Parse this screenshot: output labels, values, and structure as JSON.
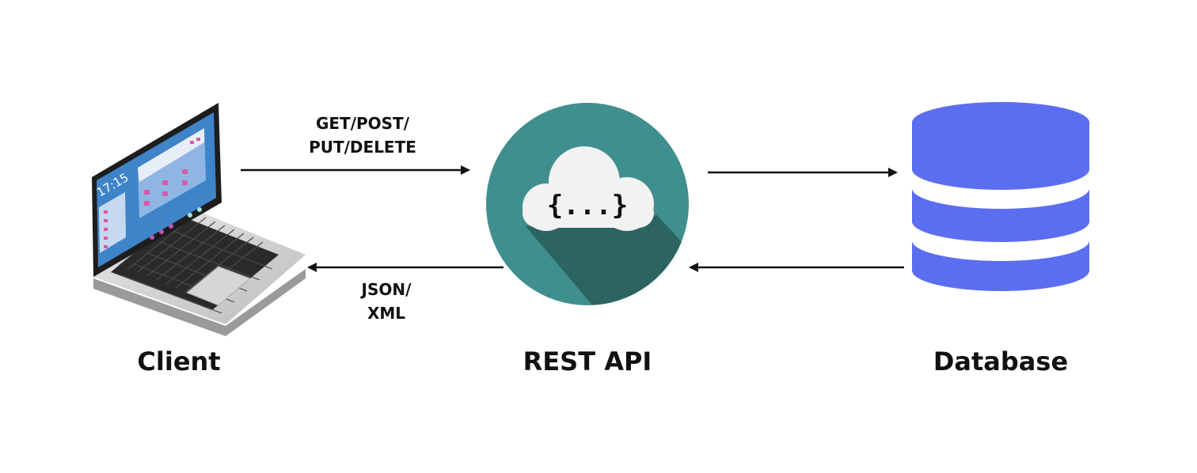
{
  "nodes": {
    "client": "Client",
    "rest_api": "REST API",
    "database": "Database"
  },
  "arrows": {
    "request_line1": "GET/POST/",
    "request_line2": "PUT/DELETE",
    "response_line1": "JSON/",
    "response_line2": "XML"
  },
  "laptop_screen": {
    "clock": "17:15"
  },
  "cloud_text": "{...}",
  "colors": {
    "api_circle": "#3f8f8e",
    "api_shadow": "#2a5f5d",
    "cloud": "#f2f2f2",
    "database": "#5b6ef0",
    "laptop_screen": "#3e84c9"
  }
}
